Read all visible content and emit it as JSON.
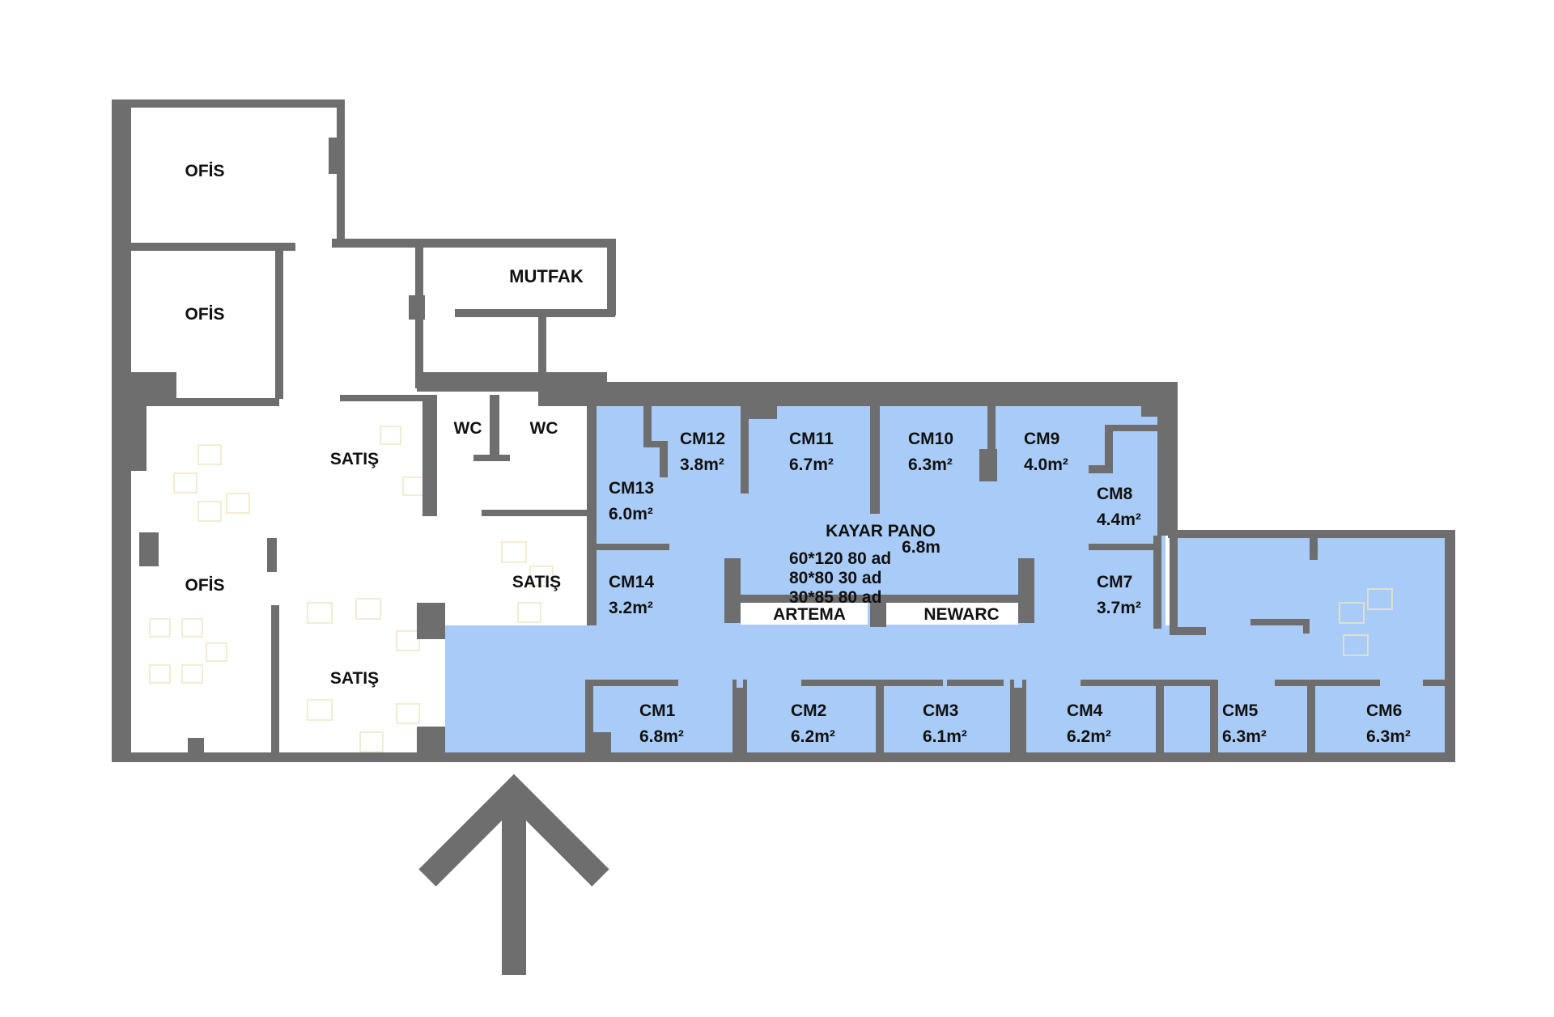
{
  "colors": {
    "wall": "#6e6e6e",
    "rental_area": "#a9cbf7",
    "floor": "#ffffff",
    "text": "#111111",
    "arrow": "#6e6e6e"
  },
  "rooms": {
    "ofis_1": "OFİS",
    "ofis_2": "OFİS",
    "ofis_3": "OFİS",
    "mutfak": "MUTFAK",
    "wc_1": "WC",
    "wc_2": "WC",
    "satis_1": "SATIŞ",
    "satis_2": "SATIŞ",
    "satis_3": "SATIŞ"
  },
  "units": [
    {
      "id": "CM1",
      "area": "6.8m²"
    },
    {
      "id": "CM2",
      "area": "6.2m²"
    },
    {
      "id": "CM3",
      "area": "6.1m²"
    },
    {
      "id": "CM4",
      "area": "6.2m²"
    },
    {
      "id": "CM5",
      "area": "6.3m²"
    },
    {
      "id": "CM6",
      "area": "6.3m²"
    },
    {
      "id": "CM7",
      "area": "3.7m²"
    },
    {
      "id": "CM8",
      "area": "4.4m²"
    },
    {
      "id": "CM9",
      "area": "4.0m²"
    },
    {
      "id": "CM10",
      "area": "6.3m²"
    },
    {
      "id": "CM11",
      "area": "6.7m²"
    },
    {
      "id": "CM12",
      "area": "3.8m²"
    },
    {
      "id": "CM13",
      "area": "6.0m²"
    },
    {
      "id": "CM14",
      "area": "3.2m²"
    }
  ],
  "kayar_pano": {
    "title": "KAYAR PANO",
    "length": "6.8m",
    "line_1": "60*120 80 ad",
    "line_2": "80*80 30 ad",
    "line_3": "30*85 80 ad"
  },
  "panels": {
    "artema": "ARTEMA",
    "newarc": "NEWARC"
  },
  "entrance_arrow_icon": "arrow-up-icon"
}
